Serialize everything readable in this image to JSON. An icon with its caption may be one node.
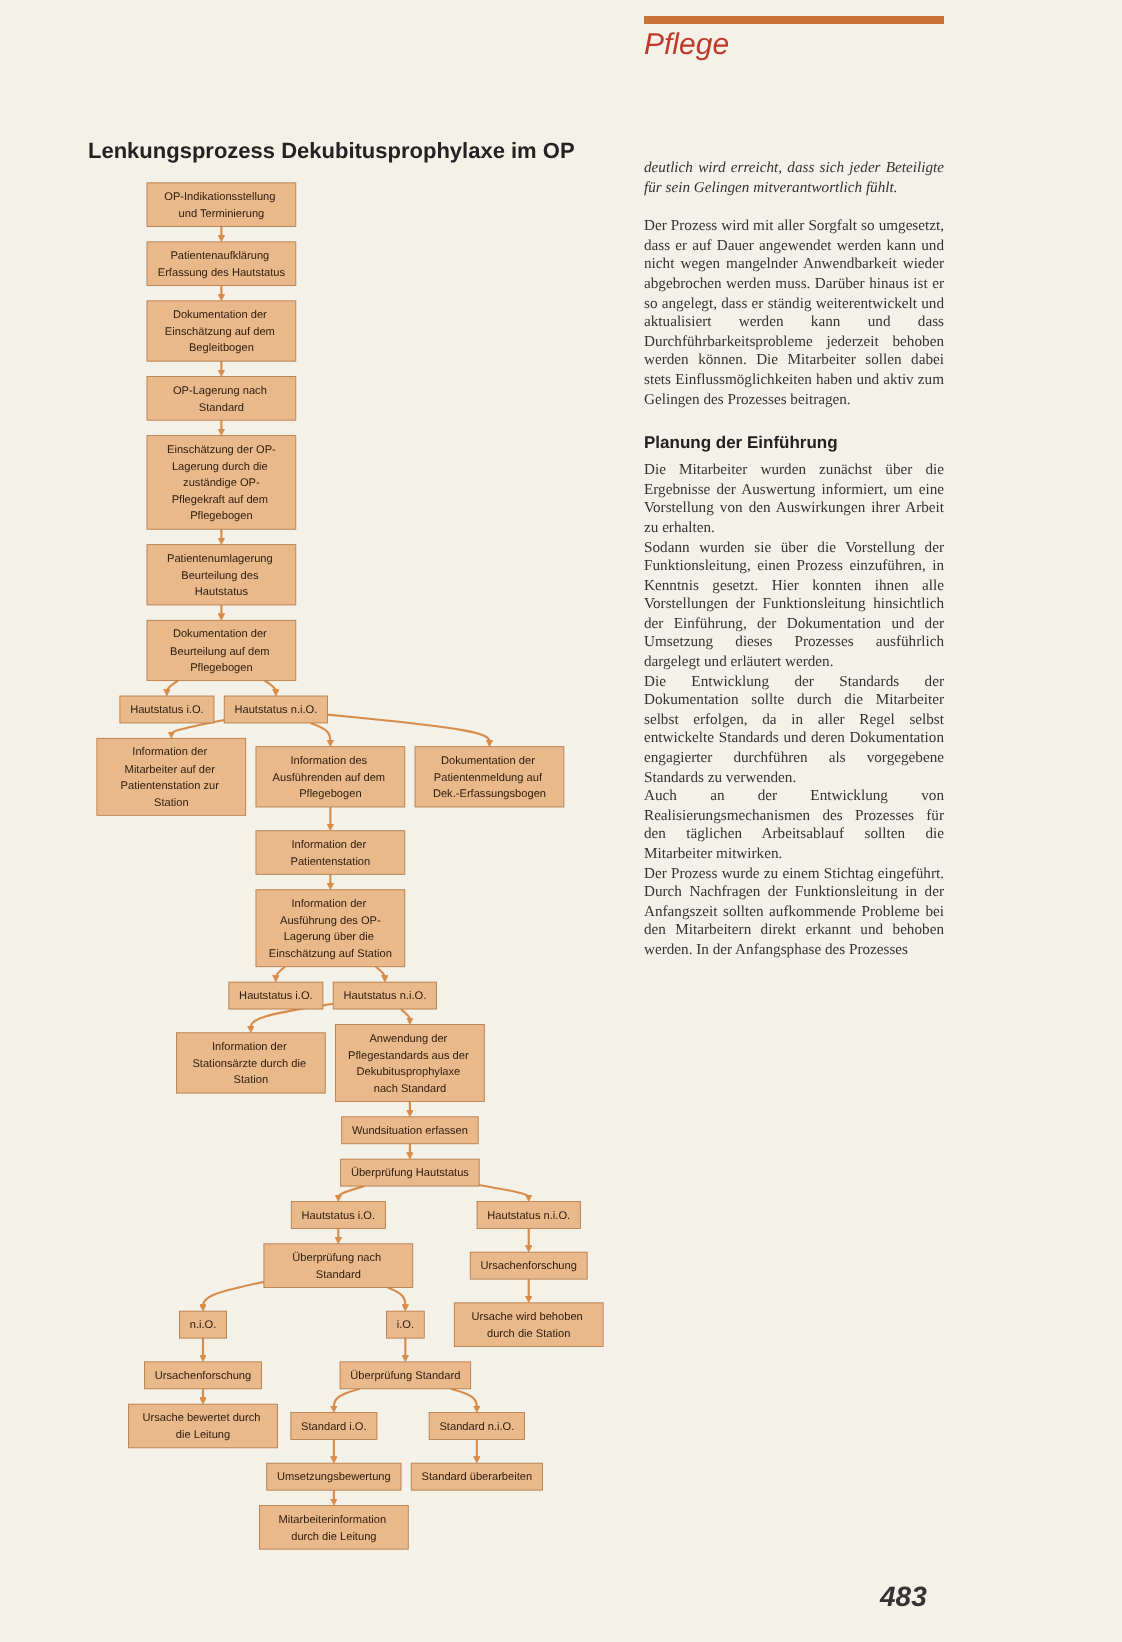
{
  "diagram": {
    "title": "Lenkungsprozess Dekubitusprophylaxe im OP",
    "nodes": [
      {
        "text": [
          "OP-Indikationsstellung und Terminierung"
        ]
      },
      {
        "text": [
          "Patientenaufklärung Erfassung des Hautstatus"
        ]
      },
      {
        "text": [
          "Dokumentation der Einschätzung auf dem Begleitbogen"
        ]
      },
      {
        "text": [
          "OP-Lagerung nach Standard"
        ]
      },
      {
        "text": [
          "Einschätzung der OP-Lagerung durch die zuständige OP-Pflegekraft auf dem Pflegebogen"
        ]
      },
      {
        "text": [
          "Patientenumlagerung Beurteilung des Hautstatus"
        ]
      },
      {
        "text": [
          "Dokumentation der Beurteilung auf dem Pflegebogen"
        ]
      },
      {
        "text": [
          "Hautstatus i.O."
        ]
      },
      {
        "text": [
          "Hautstatus n.i.O."
        ]
      },
      {
        "text": [
          "Information der Mitarbeiter auf der Patientenstation zur Station"
        ]
      },
      {
        "text": [
          "Information des Ausführenden auf dem Pflegebogen"
        ]
      },
      {
        "text": [
          "Dokumentation der Patientenmeldung auf Dek.-Erfassungsbogen"
        ]
      },
      {
        "text": [
          "Information der Patientenstation"
        ]
      },
      {
        "text": [
          "Information der Ausführung des OP-Lagerung über die Einschätzung auf Station"
        ]
      },
      {
        "text": [
          "Hautstatus i.O."
        ]
      },
      {
        "text": [
          "Hautstatus n.i.O."
        ]
      },
      {
        "text": [
          "Information der Stationsärzte durch die Station"
        ]
      },
      {
        "text": [
          "Anwendung der Pflegestandards aus der Dekubitusprophylaxe nach Standard"
        ]
      },
      {
        "text": [
          "Wundsituation erfassen"
        ]
      },
      {
        "text": [
          "Überprüfung Hautstatus"
        ]
      },
      {
        "text": [
          "Hautstatus i.O."
        ]
      },
      {
        "text": [
          "Hautstatus n.i.O."
        ]
      },
      {
        "text": [
          "Überprüfung nach Standard"
        ]
      },
      {
        "text": [
          "Ursachenforschung"
        ]
      },
      {
        "text": [
          "i.O."
        ]
      },
      {
        "text": [
          "n.i.O."
        ]
      },
      {
        "text": [
          "Ursache wird behoben durch die Station"
        ]
      },
      {
        "text": [
          "Überprüfung Standard"
        ]
      },
      {
        "text": [
          "Ursachenforschung"
        ]
      },
      {
        "text": [
          "Ursache bewertet durch die Leitung"
        ]
      },
      {
        "text": [
          "Standard i.O."
        ]
      },
      {
        "text": [
          "Standard n.i.O."
        ]
      },
      {
        "text": [
          "Umsetzungsbewertung"
        ]
      },
      {
        "text": [
          "Standard überarbeiten"
        ]
      },
      {
        "text": [
          "Mitarbeiterinformation durch die Leitung"
        ]
      }
    ],
    "edges": [
      {
        "from": 0,
        "to": 1,
        "arrow": "to"
      },
      {
        "from": 1,
        "to": 2,
        "arrow": "to"
      },
      {
        "from": 2,
        "to": 3,
        "arrow": "to"
      },
      {
        "from": 3,
        "to": 4,
        "arrow": "to"
      },
      {
        "from": 4,
        "to": 5,
        "arrow": "to"
      },
      {
        "from": 5,
        "to": 6,
        "arrow": "to"
      },
      {
        "from": 6,
        "to": 7,
        "arrow": "to"
      },
      {
        "from": 6,
        "to": 8,
        "arrow": "to"
      },
      {
        "from": 8,
        "to": 9,
        "arrow": "to"
      },
      {
        "from": 8,
        "to": 10,
        "arrow": "to"
      },
      {
        "from": 8,
        "to": 11,
        "arrow": "to"
      },
      {
        "from": 10,
        "to": 12,
        "arrow": "to"
      },
      {
        "from": 12,
        "to": 13,
        "arrow": "to"
      },
      {
        "from": 13,
        "to": 14,
        "arrow": "to"
      },
      {
        "from": 13,
        "to": 15,
        "arrow": "to"
      },
      {
        "from": 15,
        "to": 16,
        "arrow": "to"
      },
      {
        "from": 15,
        "to": 17,
        "arrow": "to"
      },
      {
        "from": 17,
        "to": 18,
        "arrow": "to"
      },
      {
        "from": 18,
        "to": 19,
        "arrow": "to"
      },
      {
        "from": 19,
        "to": 20,
        "arrow": "to"
      },
      {
        "from": 19,
        "to": 21,
        "arrow": "to"
      },
      {
        "from": 20,
        "to": 22,
        "arrow": "to"
      },
      {
        "from": 21,
        "to": 23,
        "arrow": "to"
      },
      {
        "from": 23,
        "to": 26,
        "arrow": "to"
      },
      {
        "from": 22,
        "to": 24,
        "arrow": "to"
      },
      {
        "from": 22,
        "to": 25,
        "arrow": "to"
      },
      {
        "from": 25,
        "to": 28,
        "arrow": "to"
      },
      {
        "from": 24,
        "to": 27,
        "arrow": "to"
      },
      {
        "from": 28,
        "to": 29,
        "arrow": "to"
      },
      {
        "from": 27,
        "to": 30,
        "arrow": "to"
      },
      {
        "from": 27,
        "to": 31,
        "arrow": "to"
      },
      {
        "from": 30,
        "to": 32,
        "arrow": "to"
      },
      {
        "from": 31,
        "to": 33,
        "arrow": "to"
      },
      {
        "from": 32,
        "to": 34,
        "arrow": "to"
      }
    ],
    "labels": [
      "Pflege",
      "deutlich wird erreicht, dass sich jeder Beteiligte für sein Gelingen mitverantwortlich fühlt.",
      "Der Prozess wird mit aller Sorgfalt so umgesetzt, dass er auf Dauer angewendet werden kann und nicht wegen mangelnder Anwendbarkeit wieder abgebrochen werden muss. Darüber hinaus ist er so angelegt, dass er ständig weiterentwickelt und aktualisiert werden kann und dass Durchführbarkeitsprobleme jederzeit behoben werden können. Die Mitarbeiter sollen dabei stets Einflussmöglichkeiten haben und aktiv zum Gelingen des Prozesses beitragen.",
      "Planung der Einführung",
      "Die Mitarbeiter wurden zunächst über die Ergebnisse der Auswertung informiert, um eine Vorstellung von den Auswirkungen ihrer Arbeit zu erhalten.",
      "Sodann wurden sie über die Vorstellung der Funktionsleitung, einen Prozess einzuführen, in Kenntnis gesetzt. Hier konnten ihnen alle Vorstellungen der Funktionsleitung hinsichtlich der Einführung, der Dokumentation und der Umsetzung dieses Prozesses ausführlich dargelegt und erläutert werden.",
      "Die Entwicklung der Standards der Dokumentation sollte durch die Mitarbeiter selbst erfolgen, da in aller Regel selbst entwickelte Standards und deren Dokumentation engagierter durchführen als vorgegebene Standards zu verwenden.",
      "Auch an der Entwicklung von Realisierungsmechanismen des Prozesses für den täglichen Arbeitsablauf sollten die Mitarbeiter mitwirken.",
      "Der Prozess wurde zu einem Stichtag eingeführt. Durch Nachfragen der Funktionsleitung in der Anfangszeit sollten aufkommende Probleme bei den Mitarbeitern direkt erkannt und behoben werden. In der Anfangsphase des Prozesses",
      "483"
    ]
  }
}
